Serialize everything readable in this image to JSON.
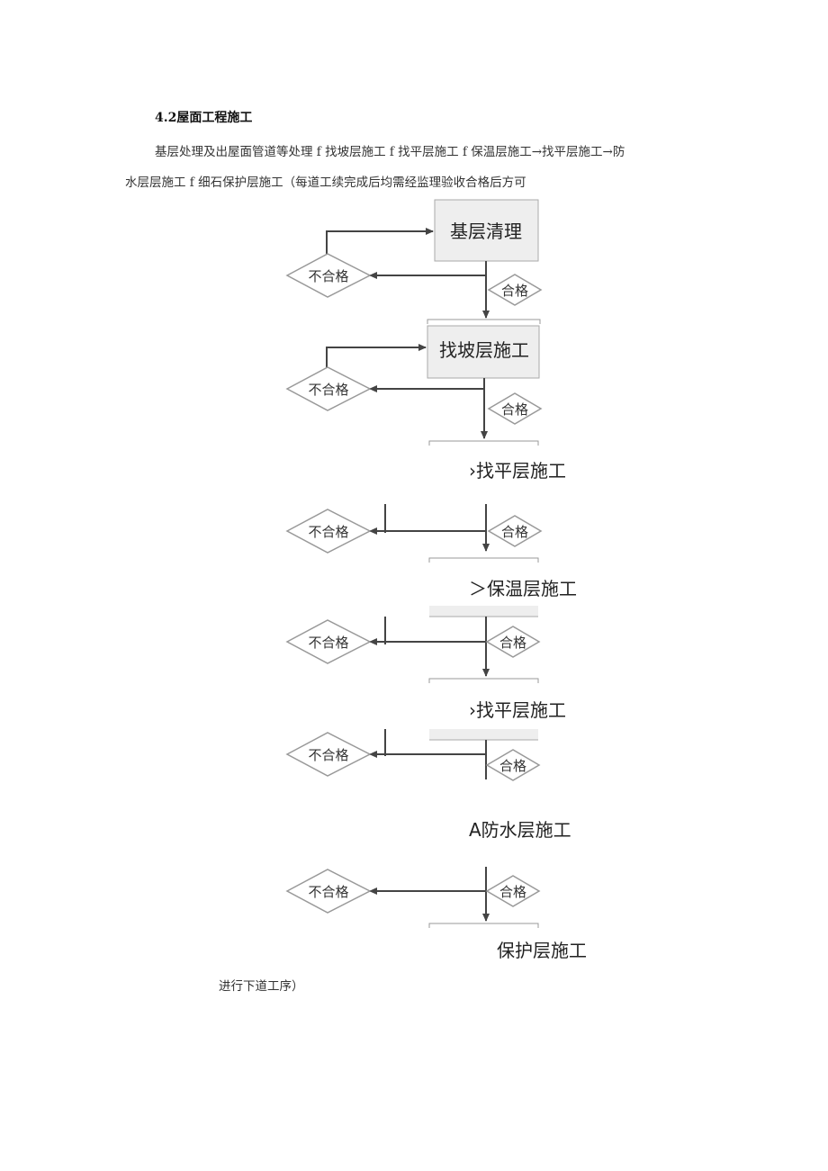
{
  "heading": "4.2屋面工程施工",
  "paragraph": {
    "line1": "基层处理及出屋面管道等处理 f 找坡层施工 f 找平层施工 f 保温层施工→找平层施工→防",
    "line2": "水层层施工 f 细石保护层施工（每道工续完成后均需经监理验收合格后方可"
  },
  "tail": "进行下道工序）",
  "flowchart": {
    "steps": [
      "基层清理",
      "找坡层施工",
      "›找平层施工",
      "＞保温层施工",
      "›找平层施工",
      "A防水层施工",
      "保护层施工"
    ],
    "fail_label": "不合格",
    "pass_label": "合格"
  }
}
